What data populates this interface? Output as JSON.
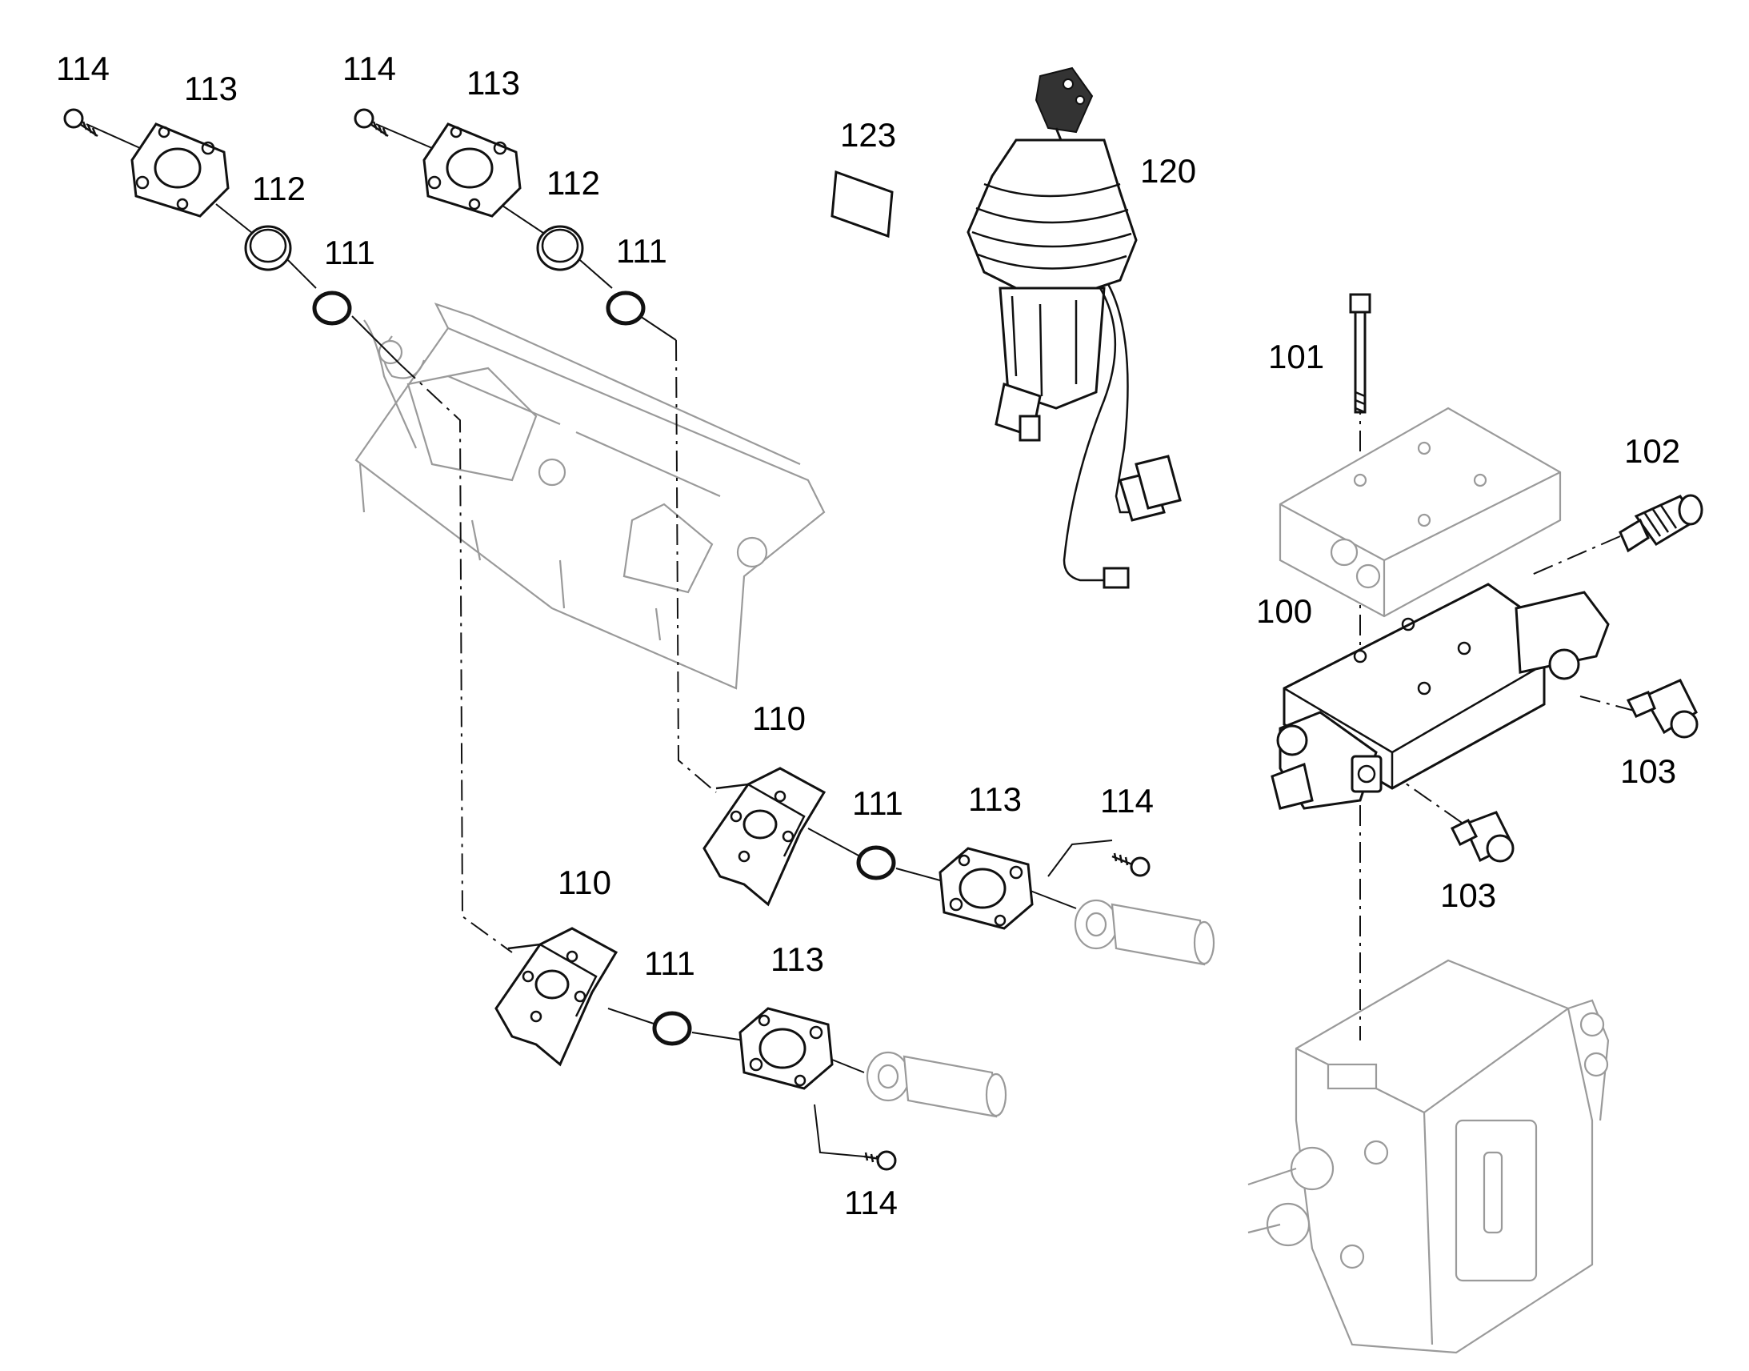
{
  "diagram": {
    "callouts": [
      {
        "id": "c114a",
        "text": "114"
      },
      {
        "id": "c113a",
        "text": "113"
      },
      {
        "id": "c112a",
        "text": "112"
      },
      {
        "id": "c111a",
        "text": "111"
      },
      {
        "id": "c114b",
        "text": "114"
      },
      {
        "id": "c113b",
        "text": "113"
      },
      {
        "id": "c112b",
        "text": "112"
      },
      {
        "id": "c111b",
        "text": "111"
      },
      {
        "id": "c123",
        "text": "123"
      },
      {
        "id": "c120",
        "text": "120"
      },
      {
        "id": "c101",
        "text": "101"
      },
      {
        "id": "c102",
        "text": "102"
      },
      {
        "id": "c100",
        "text": "100"
      },
      {
        "id": "c103a",
        "text": "103"
      },
      {
        "id": "c103b",
        "text": "103"
      },
      {
        "id": "c110a",
        "text": "110"
      },
      {
        "id": "c111c",
        "text": "111"
      },
      {
        "id": "c113c",
        "text": "113"
      },
      {
        "id": "c114c",
        "text": "114"
      },
      {
        "id": "c110b",
        "text": "110"
      },
      {
        "id": "c111d",
        "text": "111"
      },
      {
        "id": "c113d",
        "text": "113"
      },
      {
        "id": "c114d",
        "text": "114"
      }
    ]
  }
}
